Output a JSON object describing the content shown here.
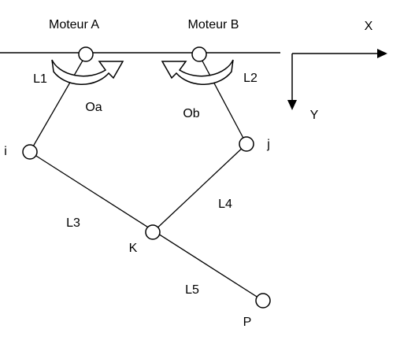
{
  "motors": {
    "a": "Moteur A",
    "b": "Moteur B"
  },
  "axes": {
    "x": "X",
    "y": "Y"
  },
  "links": {
    "l1": "L1",
    "l2": "L2",
    "l3": "L3",
    "l4": "L4",
    "l5": "L5"
  },
  "angles": {
    "a": "Oa",
    "b": "Ob"
  },
  "joints": {
    "i": "i",
    "j": "j",
    "k": "K",
    "p": "P"
  },
  "colors": {
    "line": "#000000",
    "background": "#ffffff",
    "rotation_arrow_fill": "#ffffff"
  }
}
